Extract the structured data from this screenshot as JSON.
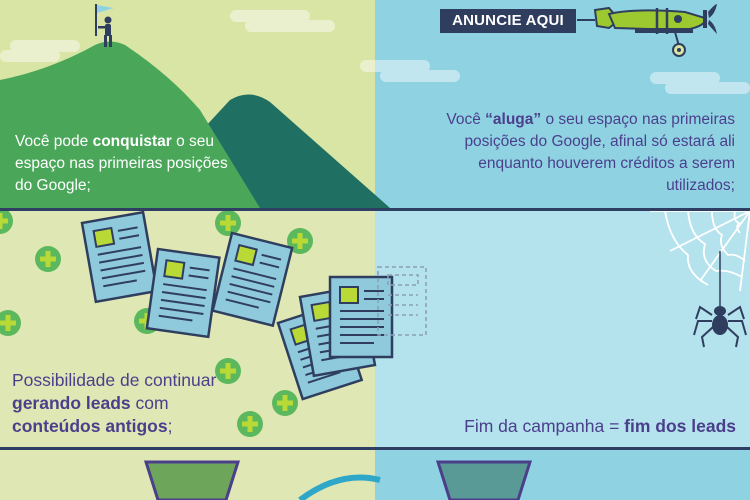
{
  "panel_1": {
    "left_text_parts": [
      "Você pode ",
      "conquistar",
      " o seu espaço nas primeiras posições do Google;"
    ],
    "right_text_parts": [
      "Você ",
      "“aluga”",
      " o seu espaço nas primeiras posições do Google, afinal só estará ali enquanto houverem créditos a serem utilizados;"
    ],
    "banner_label": "ANUNCIE AQUI"
  },
  "panel_2": {
    "left_text_parts": [
      "Possibilidade de continuar ",
      "gerando leads",
      " com ",
      "conteúdos antigos",
      ";"
    ],
    "right_text_parts": [
      "Fim da campanha = ",
      "fim dos leads"
    ]
  },
  "colors": {
    "left_sky": "#d9e5a4",
    "right_sky": "#8fd3e3",
    "left_panel_2": "#dfe8b4",
    "right_panel_2": "#b4e2ed",
    "mountain_front": "#4aa75a",
    "mountain_back": "#1f6f62",
    "text": "#4b3f8c",
    "plane": "#9cc92f",
    "plus_circle": "#5cb85c",
    "document": "#8fc9dc",
    "separator": "#2e3f63"
  },
  "icons": [
    "flag-icon",
    "climber-icon",
    "airplane-icon",
    "plus-circle-icon",
    "document-icon",
    "spider-web-icon",
    "spider-icon",
    "funnel-icon"
  ]
}
